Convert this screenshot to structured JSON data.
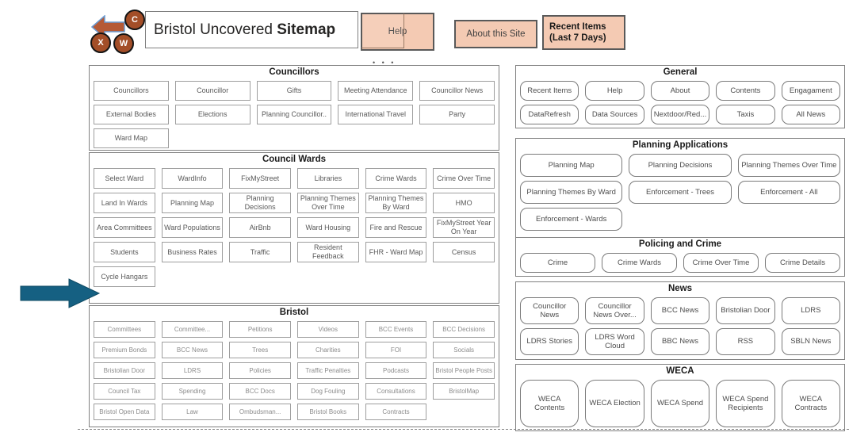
{
  "header": {
    "title_regular": "Bristol Uncovered ",
    "title_bold": "Sitemap",
    "nav_circles": {
      "c": "C",
      "x": "X",
      "w": "W"
    },
    "help_label": "Help",
    "about_label": "About this Site",
    "recent_line1": "Recent Items",
    "recent_line2": "(Last 7 Days)",
    "divider_dots": "• • •"
  },
  "colors": {
    "peach_fill": "#f4cab3",
    "peach_border": "#595959",
    "rust_icon": "#a34e28",
    "back_arrow_fill": "#b55a36",
    "back_arrow_stroke": "#6b9bd2",
    "pointer_arrow_fill": "#156082",
    "pointer_arrow_stroke": "#0e4a63",
    "box_border": "#808080",
    "tile_border": "#9e9e9e"
  },
  "left_sections": [
    {
      "id": "councillors",
      "title": "Councillors",
      "cols": 5,
      "buttons": [
        "Councillors",
        "Councillor",
        "Gifts",
        "Meeting Attendance",
        "Councillor News",
        "External Bodies",
        "Elections",
        "Planning Councillor..",
        "International Travel",
        "Party",
        "Ward Map"
      ]
    },
    {
      "id": "council-wards",
      "title": "Council Wards",
      "cols": 6,
      "buttons": [
        "Select Ward",
        "WardInfo",
        "FixMyStreet",
        "Libraries",
        "Crime Wards",
        "Crime Over Time",
        "Land In Wards",
        "Planning Map",
        "Planning Decisions",
        "Planning Themes Over Time",
        "Planning Themes By Ward",
        "HMO",
        "Area Committees",
        "Ward Populations",
        "AirBnb",
        "Ward Housing",
        "Fire and Rescue",
        "FixMyStreet Year On Year",
        "Students",
        "Business Rates",
        "Traffic",
        "Resident Feedback",
        "FHR - Ward Map",
        "Census",
        "Cycle Hangars"
      ]
    },
    {
      "id": "bristol",
      "title": "Bristol",
      "cols": 6,
      "buttons": [
        "Committees",
        "Committee...",
        "Petitions",
        "Videos",
        "BCC Events",
        "BCC Decisions",
        "Premium Bonds",
        "BCC News",
        "Trees",
        "Charities",
        "FOI",
        "Socials",
        "Bristolian Door",
        "LDRS",
        "Policies",
        "Traffic Penalties",
        "Podcasts",
        "Bristol People Posts",
        "Council Tax",
        "Spending",
        "BCC Docs",
        "Dog Fouling",
        "Consultations",
        "BristolMap",
        "Bristol Open Data",
        "Law",
        "Ombudsman...",
        "Bristol Books",
        "Contracts"
      ]
    }
  ],
  "right_sections": [
    {
      "id": "general",
      "title": "General",
      "cols": 5,
      "buttons": [
        "Recent Items",
        "Help",
        "About",
        "Contents",
        "Engagament",
        "DataRefresh",
        "Data Sources",
        "Nextdoor/Red...",
        "Taxis",
        "All News"
      ]
    },
    {
      "id": "planning-applications",
      "title": "Planning Applications",
      "cols": 3,
      "buttons": [
        "Planning Map",
        "Planning Decisions",
        "Planning Themes Over Time",
        "Planning Themes By Ward",
        "Enforcement - Trees",
        "Enforcement - All",
        "Enforcement - Wards"
      ]
    },
    {
      "id": "policing-and-crime",
      "title": "Policing and Crime",
      "cols": 4,
      "buttons": [
        "Crime",
        "Crime Wards",
        "Crime Over Time",
        "Crime Details"
      ]
    },
    {
      "id": "news",
      "title": "News",
      "cols": 5,
      "buttons": [
        "Councillor News",
        "Councillor News Over...",
        "BCC News",
        "Bristolian Door",
        "LDRS",
        "LDRS Stories",
        "LDRS Word Cloud",
        "BBC News",
        "RSS",
        "SBLN News"
      ]
    },
    {
      "id": "weca",
      "title": "WECA",
      "cols": 5,
      "buttons": [
        "WECA Contents",
        "WECA Election",
        "WECA Spend",
        "WECA Spend Recipients",
        "WECA Contracts"
      ]
    }
  ],
  "annotation": {
    "pointer_target": "Cycle Hangars"
  }
}
